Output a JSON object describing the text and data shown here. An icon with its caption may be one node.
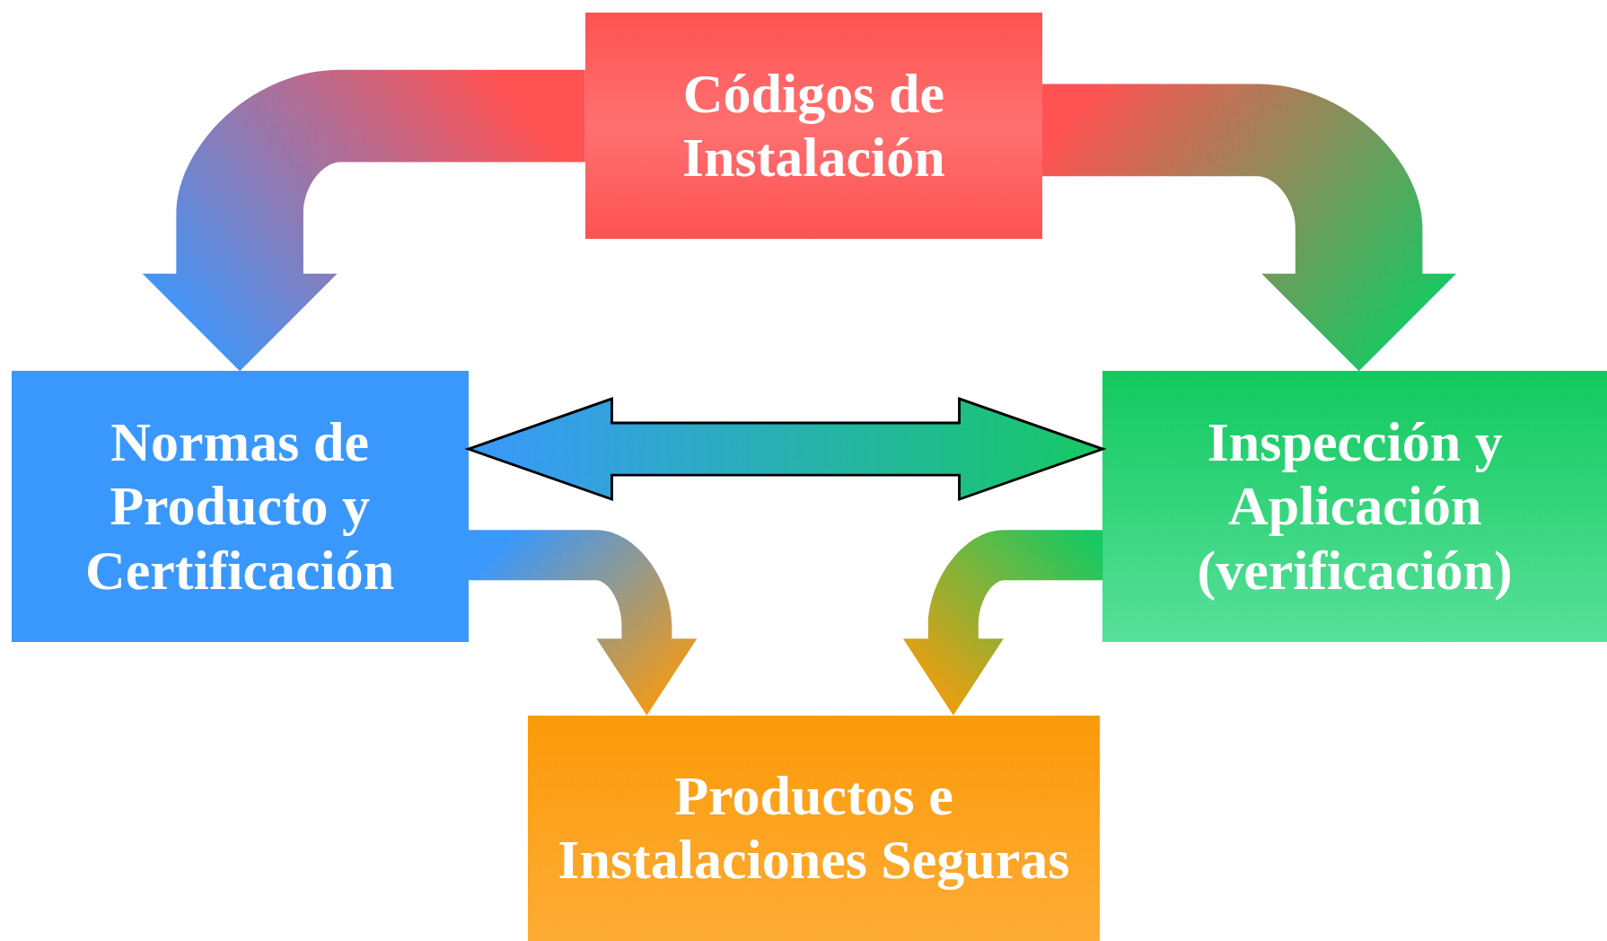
{
  "diagram": {
    "nodes": [
      {
        "text": [
          "Códigos de Instalación"
        ]
      },
      {
        "text": [
          "Normas de Producto y Certificación"
        ]
      },
      {
        "text": [
          "Inspección y Aplicación (verificación)"
        ]
      },
      {
        "text": [
          "Productos e Instalaciones Seguras"
        ]
      }
    ],
    "edges": [
      {
        "from": 0,
        "to": 1,
        "arrow": "to"
      },
      {
        "from": 0,
        "to": 2,
        "arrow": "to"
      },
      {
        "from": 1,
        "to": 2,
        "arrow": "both"
      },
      {
        "from": 1,
        "to": 3,
        "arrow": "to"
      },
      {
        "from": 2,
        "to": 3,
        "arrow": "to"
      }
    ]
  }
}
